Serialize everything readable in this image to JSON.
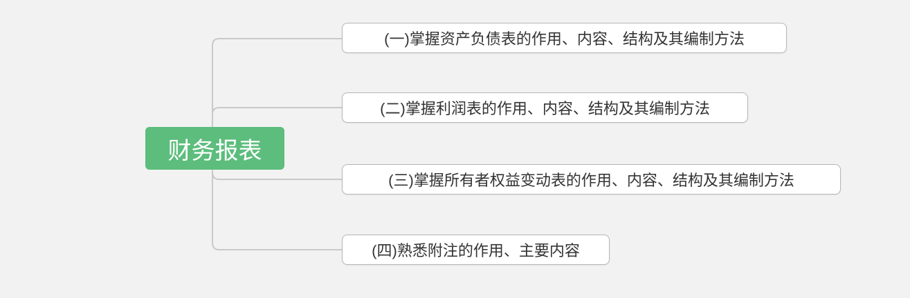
{
  "mindmap": {
    "root": {
      "label": "财务报表"
    },
    "children": [
      {
        "label": "(一)掌握资产负债表的作用、内容、结构及其编制方法"
      },
      {
        "label": "(二)掌握利润表的作用、内容、结构及其编制方法"
      },
      {
        "label": "(三)掌握所有者权益变动表的作用、内容、结构及其编制方法"
      },
      {
        "label": "(四)熟悉附注的作用、主要内容"
      }
    ],
    "colors": {
      "background": "#f2f2f2",
      "root_bg": "#5cbd7c",
      "root_text": "#ffffff",
      "node_bg": "#ffffff",
      "node_border": "#b5b5b5",
      "node_text": "#333333",
      "connector": "#c9c9c9"
    }
  }
}
